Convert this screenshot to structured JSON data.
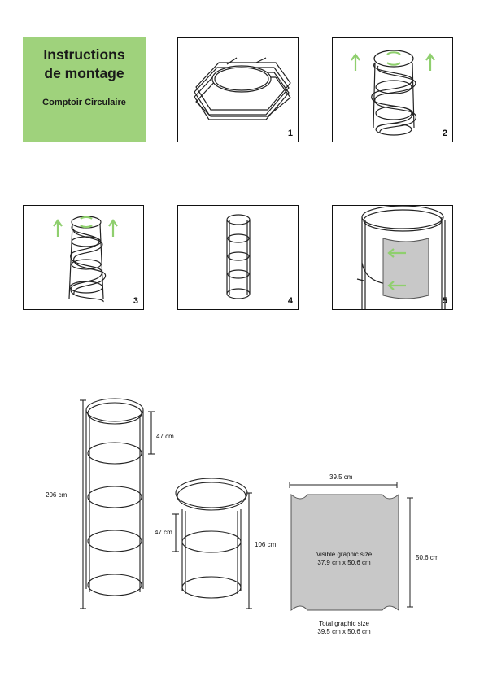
{
  "title": {
    "line1": "Instructions",
    "line2": "de montage",
    "subtitle": "Comptoir Circulaire"
  },
  "steps": [
    {
      "number": "1"
    },
    {
      "number": "2"
    },
    {
      "number": "3"
    },
    {
      "number": "4"
    },
    {
      "number": "5"
    }
  ],
  "dimensions": {
    "tall_height": "206 cm",
    "tall_shelf_spacing": "47 cm",
    "short_shelf_spacing": "47 cm",
    "short_height": "106 cm",
    "graphic_width": "39.5 cm",
    "graphic_height": "50.6 cm",
    "visible_graphic_line1": "Visible graphic size",
    "visible_graphic_line2": "37.9 cm x 50.6 cm",
    "total_graphic_line1": "Total graphic size",
    "total_graphic_line2": "39.5 cm x 50.6 cm"
  },
  "colors": {
    "accent_green": "#9fd27c",
    "arrow_green": "#8fcf6e",
    "graphic_gray": "#c8c8c8"
  }
}
